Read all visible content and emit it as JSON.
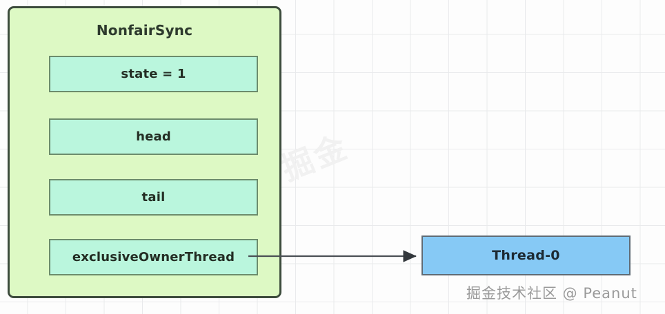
{
  "diagram": {
    "container": {
      "title": "NonfairSync",
      "fill_color": "#ddf9c4",
      "border_color": "#3c4b3c",
      "fields": [
        {
          "label": "state = 1"
        },
        {
          "label": "head"
        },
        {
          "label": "tail"
        },
        {
          "label": "exclusiveOwnerThread"
        }
      ]
    },
    "thread_node": {
      "label": "Thread-0",
      "fill_color": "#86c9f5",
      "border_color": "#5f6b75"
    },
    "connector": {
      "from": "exclusiveOwnerThread",
      "to": "Thread-0",
      "style": "solid-arrow",
      "color": "#4a4a4a"
    }
  },
  "watermarks": {
    "foreground": "掘金技术社区 @ Peanut",
    "background": "掘金"
  },
  "field_box_style": {
    "fill_color": "#baf6dd",
    "border_color": "#6c8c6c"
  }
}
